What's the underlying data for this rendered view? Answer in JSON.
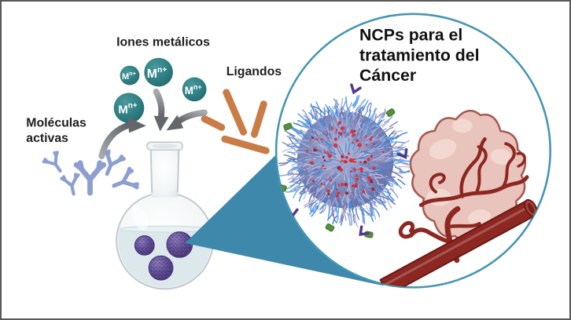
{
  "labels": {
    "metal_ions": "Iones metálicos",
    "ligands": "Ligandos",
    "active_molecules_line1": "Moléculas",
    "active_molecules_line2": "activas"
  },
  "magnifier": {
    "title_line1": "NCPs para el",
    "title_line2": "tratamiento del",
    "title_line3": "Cáncer"
  },
  "ions": [
    {
      "m": "M",
      "sup": "n+"
    },
    {
      "m": "M",
      "sup": "n+"
    },
    {
      "m": "M",
      "sup": "n+"
    },
    {
      "m": "M",
      "sup": "n+"
    }
  ],
  "icons": {
    "flask": "round-bottom-flask-icon",
    "nanoparticle": "nanoparticle-icon",
    "tumor": "tumor-vasculature-icon",
    "blood_vessel": "blood-vessel-icon",
    "antibody": "antibody-icon",
    "ligand": "ligand-rod-icon",
    "arrow": "merge-arrow-icon",
    "magnifier": "zoom-circle-icon"
  },
  "colors": {
    "frame_border": "#595959",
    "teal_ion_light": "#49989b",
    "teal_ion_dark": "#256d72",
    "ligand_orange": "#c97c45",
    "antibody_blue": "#8d9fd0",
    "arrow_gray_light": "#a8abad",
    "arrow_gray_dark": "#5f6366",
    "cone_teal": "#3e88ab",
    "circle_stroke": "#4596b3",
    "glass_stroke": "#c2c9ce",
    "liquid": "#dce8ec",
    "sphere_purple": "#5c4a92",
    "fuzz_lavender": [
      "#7e86b8",
      "#949cc8",
      "#aab1d6",
      "#6b74ac",
      "#b8bede"
    ],
    "fuzz_blue": [
      "#4e97e3",
      "#63a7ec",
      "#3b7fd0"
    ],
    "red_dot": "#d23343",
    "red_dot_dark": "#a02535",
    "green_bit": "#55923b",
    "purple_bit": "#53388f",
    "tumor_fill": "#e9c4bc",
    "tumor_patch": "#f4dcd5",
    "tumor_outline": "#a65a50",
    "vessel_red": "#8c2722",
    "vessel_dark": "#6b1814",
    "vessel_cap": "#a8453a"
  }
}
